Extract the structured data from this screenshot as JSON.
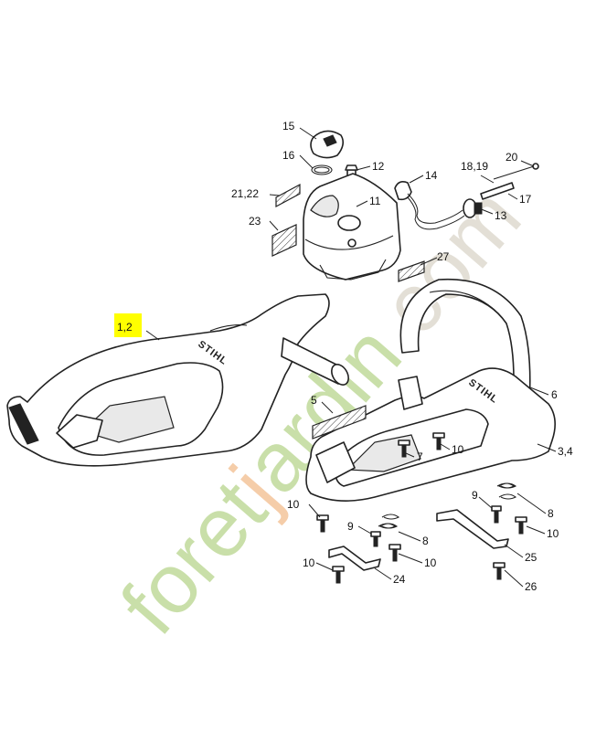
{
  "watermark": {
    "prefix": "foret",
    "highlight": "j",
    "rest": "ardin",
    "suffix": ".com",
    "color_main": "#c4dca0",
    "color_accent": "#f5c8a0",
    "color_tail": "#e0dcd2"
  },
  "brand_mark": "STIHL",
  "highlight_color": "#ffff00",
  "callouts": {
    "c15": "15",
    "c16": "16",
    "c12": "12",
    "c11": "11",
    "c2122": "21,22",
    "c23": "23",
    "c27": "27",
    "c14": "14",
    "c1819": "18,19",
    "c20": "20",
    "c17": "17",
    "c13": "13",
    "c12main": "1,2",
    "c6": "6",
    "c34": "3,4",
    "c5": "5",
    "c7": "7",
    "c10a": "10",
    "c10b": "10",
    "c10c": "10",
    "c10d": "10",
    "c10e": "10",
    "c9a": "9",
    "c9b": "9",
    "c8a": "8",
    "c8b": "8",
    "c24": "24",
    "c25": "25",
    "c26": "26"
  }
}
